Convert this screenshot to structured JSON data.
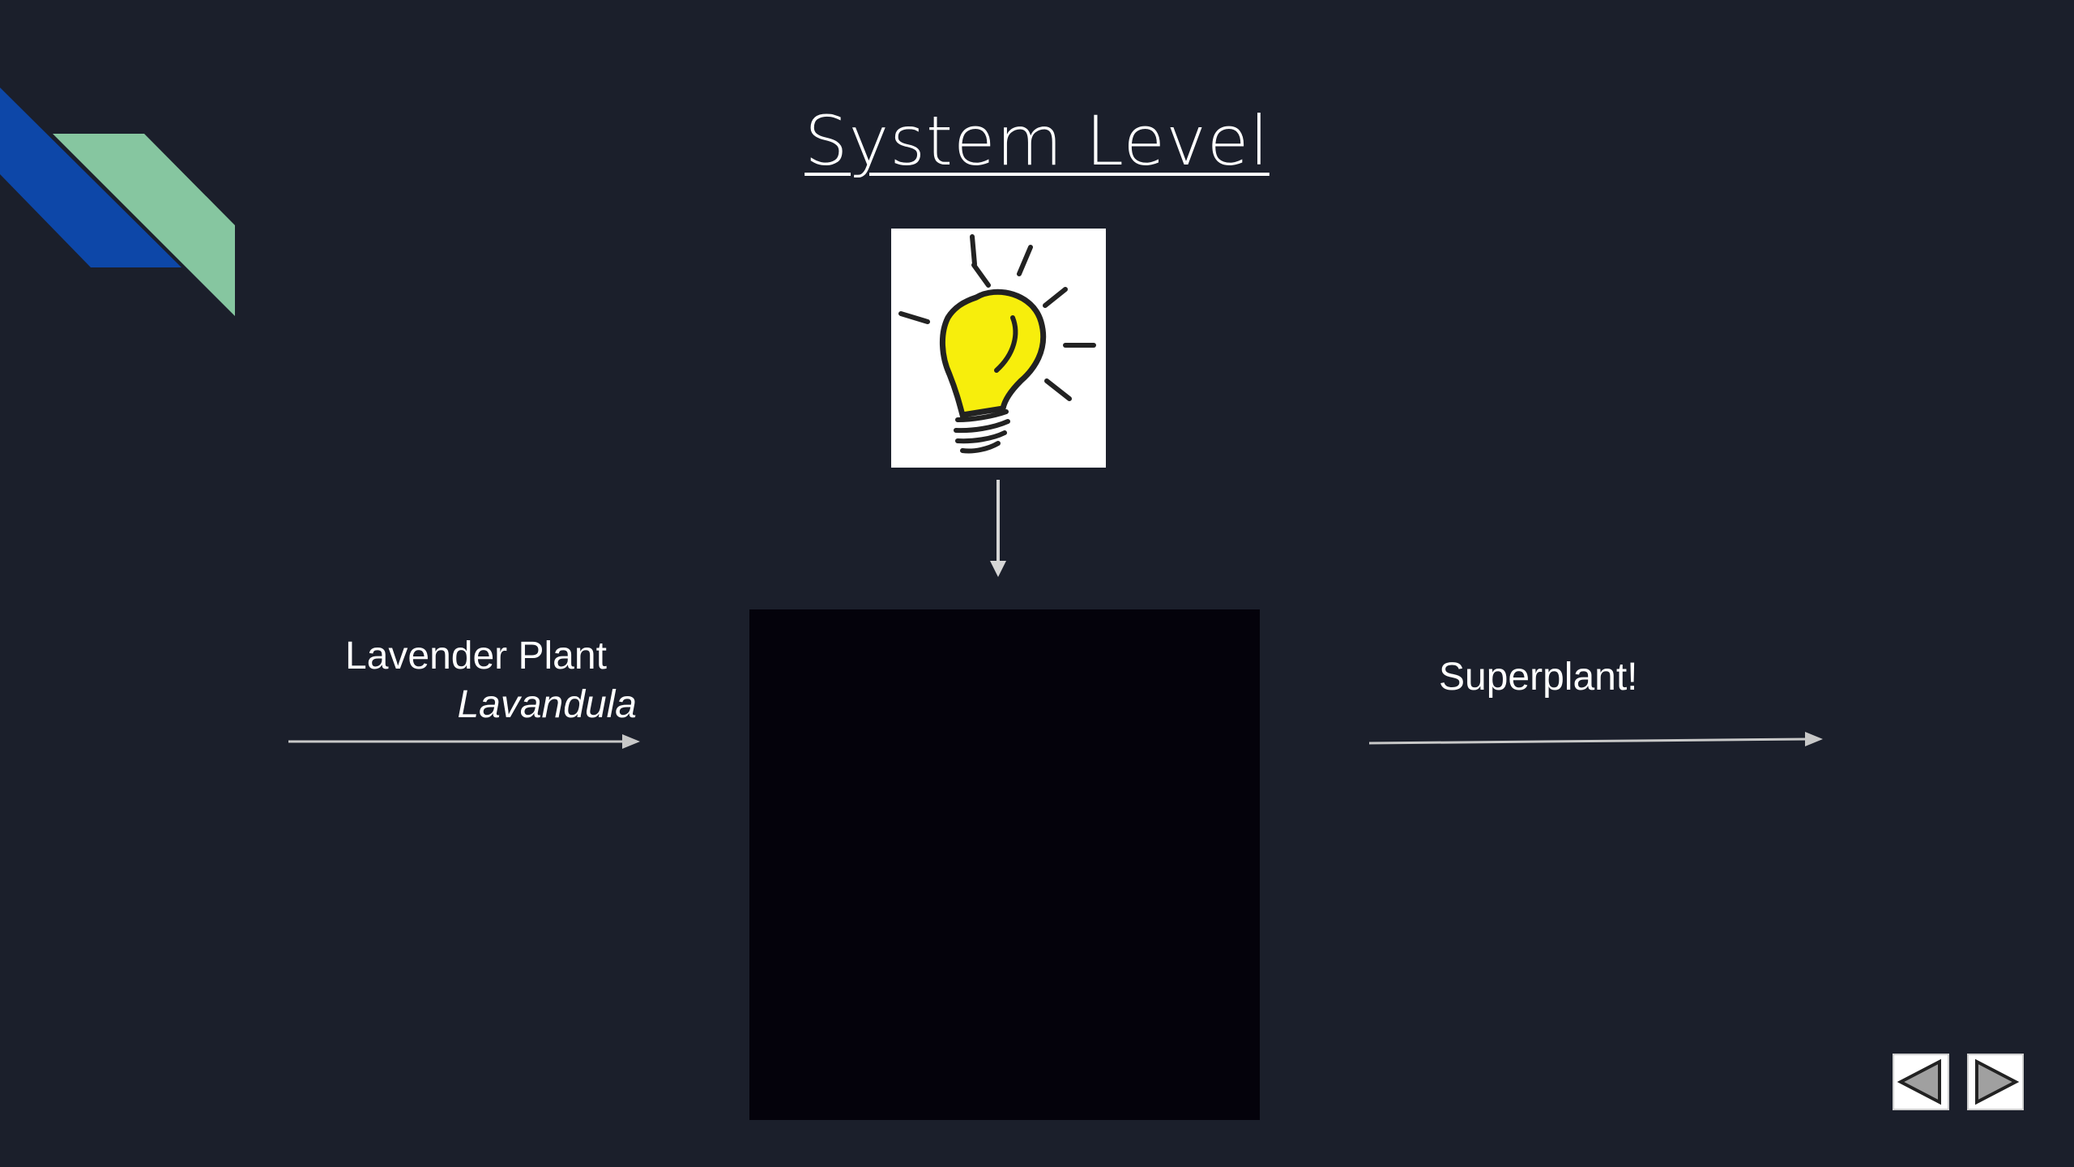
{
  "slide": {
    "title": "System Level",
    "input": {
      "common_name": "Lavender Plant",
      "scientific_name": "Lavandula"
    },
    "output": {
      "label": "Superplant!"
    },
    "icons": {
      "idea": "lightbulb-icon",
      "prev": "triangle-left-icon",
      "next": "triangle-right-icon"
    },
    "colors": {
      "background": "#1b1f2b",
      "accent_blue": "#0d47a8",
      "accent_green": "#86c6a0",
      "bulb_yellow": "#f7ee0c",
      "box": "#04020b"
    }
  }
}
